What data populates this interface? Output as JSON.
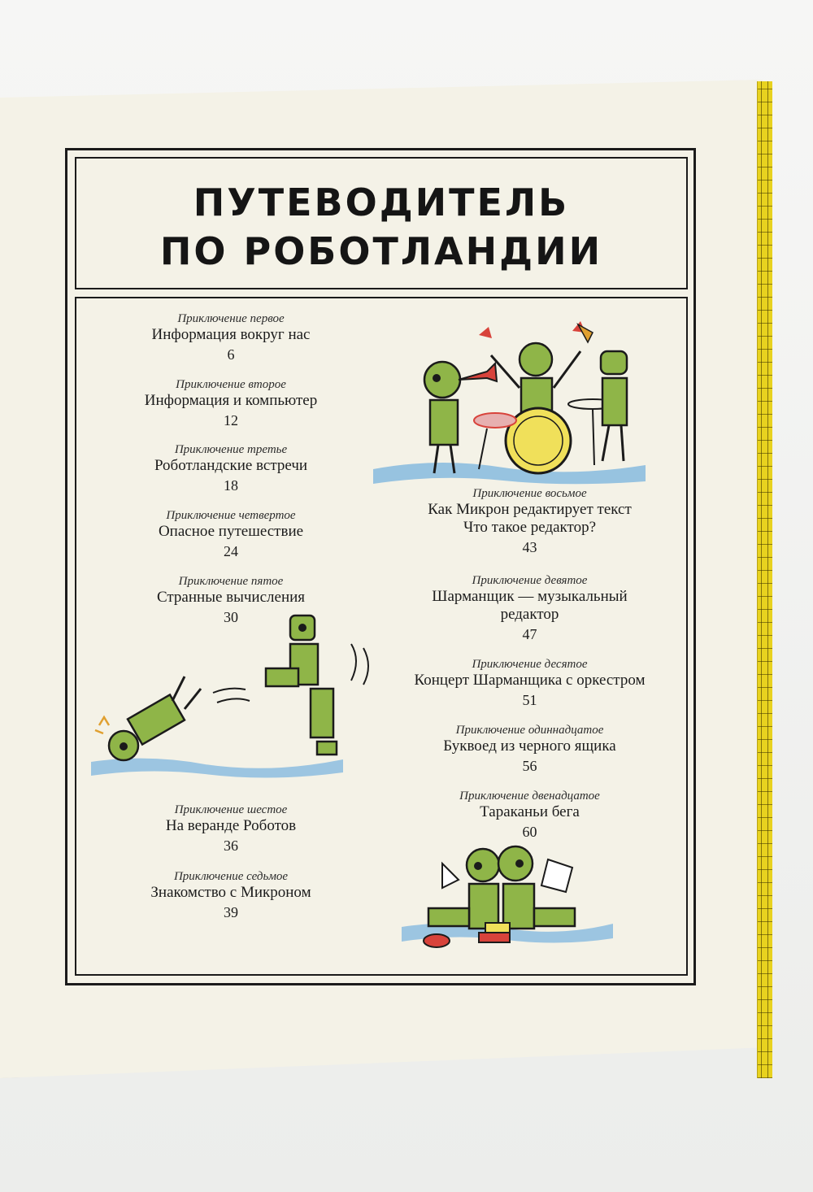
{
  "title": {
    "line1": "ПУТЕВОДИТЕЛЬ",
    "line2": "ПО РОБОТЛАНДИИ"
  },
  "toc": {
    "left": [
      {
        "label": "Приключение первое",
        "name": "Информация вокруг нас",
        "page": "6"
      },
      {
        "label": "Приключение второе",
        "name": "Информация и компьютер",
        "page": "12"
      },
      {
        "label": "Приключение третье",
        "name": "Роботландские встречи",
        "page": "18"
      },
      {
        "label": "Приключение четвертое",
        "name": "Опасное путешествие",
        "page": "24"
      },
      {
        "label": "Приключение пятое",
        "name": "Странные вычисления",
        "page": "30"
      },
      {
        "label": "Приключение шестое",
        "name": "На веранде Роботов",
        "page": "36"
      },
      {
        "label": "Приключение седьмое",
        "name": "Знакомство с Микроном",
        "page": "39"
      }
    ],
    "right": [
      {
        "label": "Приключение восьмое",
        "name": "Как Микрон редактирует текст",
        "name2": "Что такое редактор?",
        "page": "43"
      },
      {
        "label": "Приключение девятое",
        "name": "Шарманщик — музыкальный",
        "name2": "редактор",
        "page": "47"
      },
      {
        "label": "Приключение десятое",
        "name": "Концерт Шарманщика с оркестром",
        "page": "51"
      },
      {
        "label": "Приключение одиннадцатое",
        "name": "Буквоед из черного ящика",
        "page": "56"
      },
      {
        "label": "Приключение двенадцатое",
        "name": "Тараканьи бега",
        "page": "60"
      }
    ]
  },
  "colors": {
    "paper": "#f4f2e7",
    "ink": "#1b1b1b",
    "robot_green": "#8fb548",
    "water_blue": "#7fb6df",
    "drum_yellow": "#f0e05a",
    "accent_red": "#d8433b",
    "spine_yellow": "#e8d21f"
  },
  "illustrations": [
    "robot-band-icon",
    "tumbling-robots-icon",
    "reading-robots-icon"
  ]
}
